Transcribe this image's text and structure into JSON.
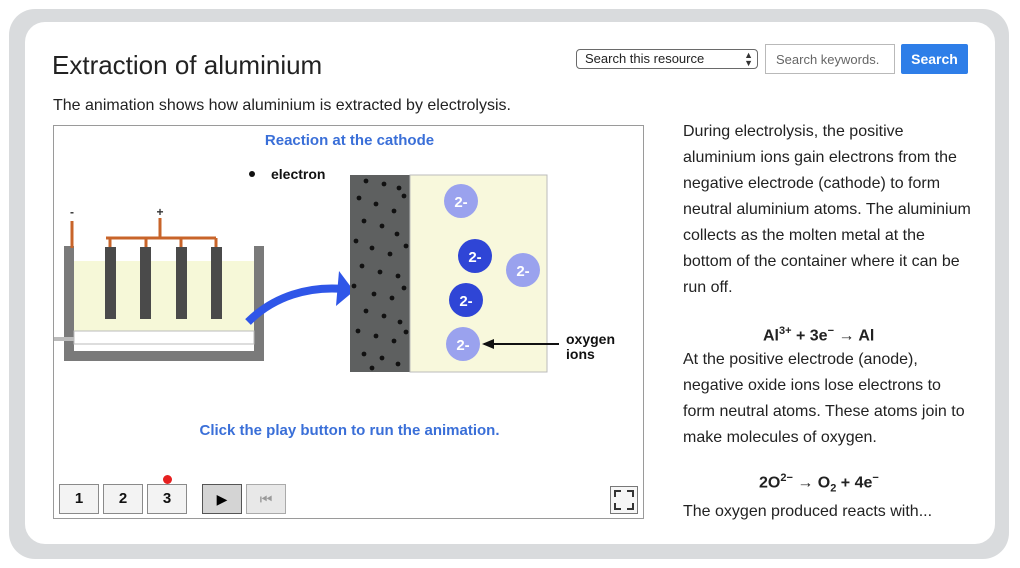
{
  "header": {
    "title": "Extraction of aluminium",
    "select_value": "Search this resource",
    "search_placeholder": "Search keywords.",
    "search_button": "Search"
  },
  "intro": "The animation shows how aluminium is extracted by electrolysis.",
  "animation": {
    "title": "Reaction at the cathode",
    "electron_label": "electron",
    "ion_label": "2-",
    "oxygen_label_line1": "oxygen",
    "oxygen_label_line2": "ions",
    "minus_sign": "-",
    "plus_sign": "+",
    "play_prompt": "Click the play button to run the animation.",
    "steps": [
      "1",
      "2",
      "3"
    ],
    "play_icon": "play-icon",
    "rewind_icon": "skip-to-start-icon",
    "fullscreen_icon": "fullscreen-icon"
  },
  "side": {
    "para1": "During electrolysis, the positive aluminium ions gain electrons from the negative electrode (cathode) to form neutral aluminium atoms. The aluminium collects as the molten metal at the bottom of the container where it can be run off.",
    "eq1": {
      "a": "Al",
      "a_sup": "3+",
      "b": " + 3e",
      "b_sup": "−",
      "c": " → Al"
    },
    "para2": "At the positive electrode (anode), negative oxide ions lose electrons to form neutral atoms. These atoms join to make molecules of oxygen.",
    "eq2": {
      "a": "2O",
      "a_sup": "2−",
      "b": " → O",
      "b_sub": "2",
      "c": " + 4e",
      "c_sup": "−"
    },
    "para3": "The oxygen produced reacts with..."
  },
  "colors": {
    "accent": "#2e7ee8",
    "anim_title": "#3a6fd8",
    "ion_dark": "#2f45d6",
    "ion_light": "#9aa2ee",
    "copper_wire": "#c8642a"
  }
}
